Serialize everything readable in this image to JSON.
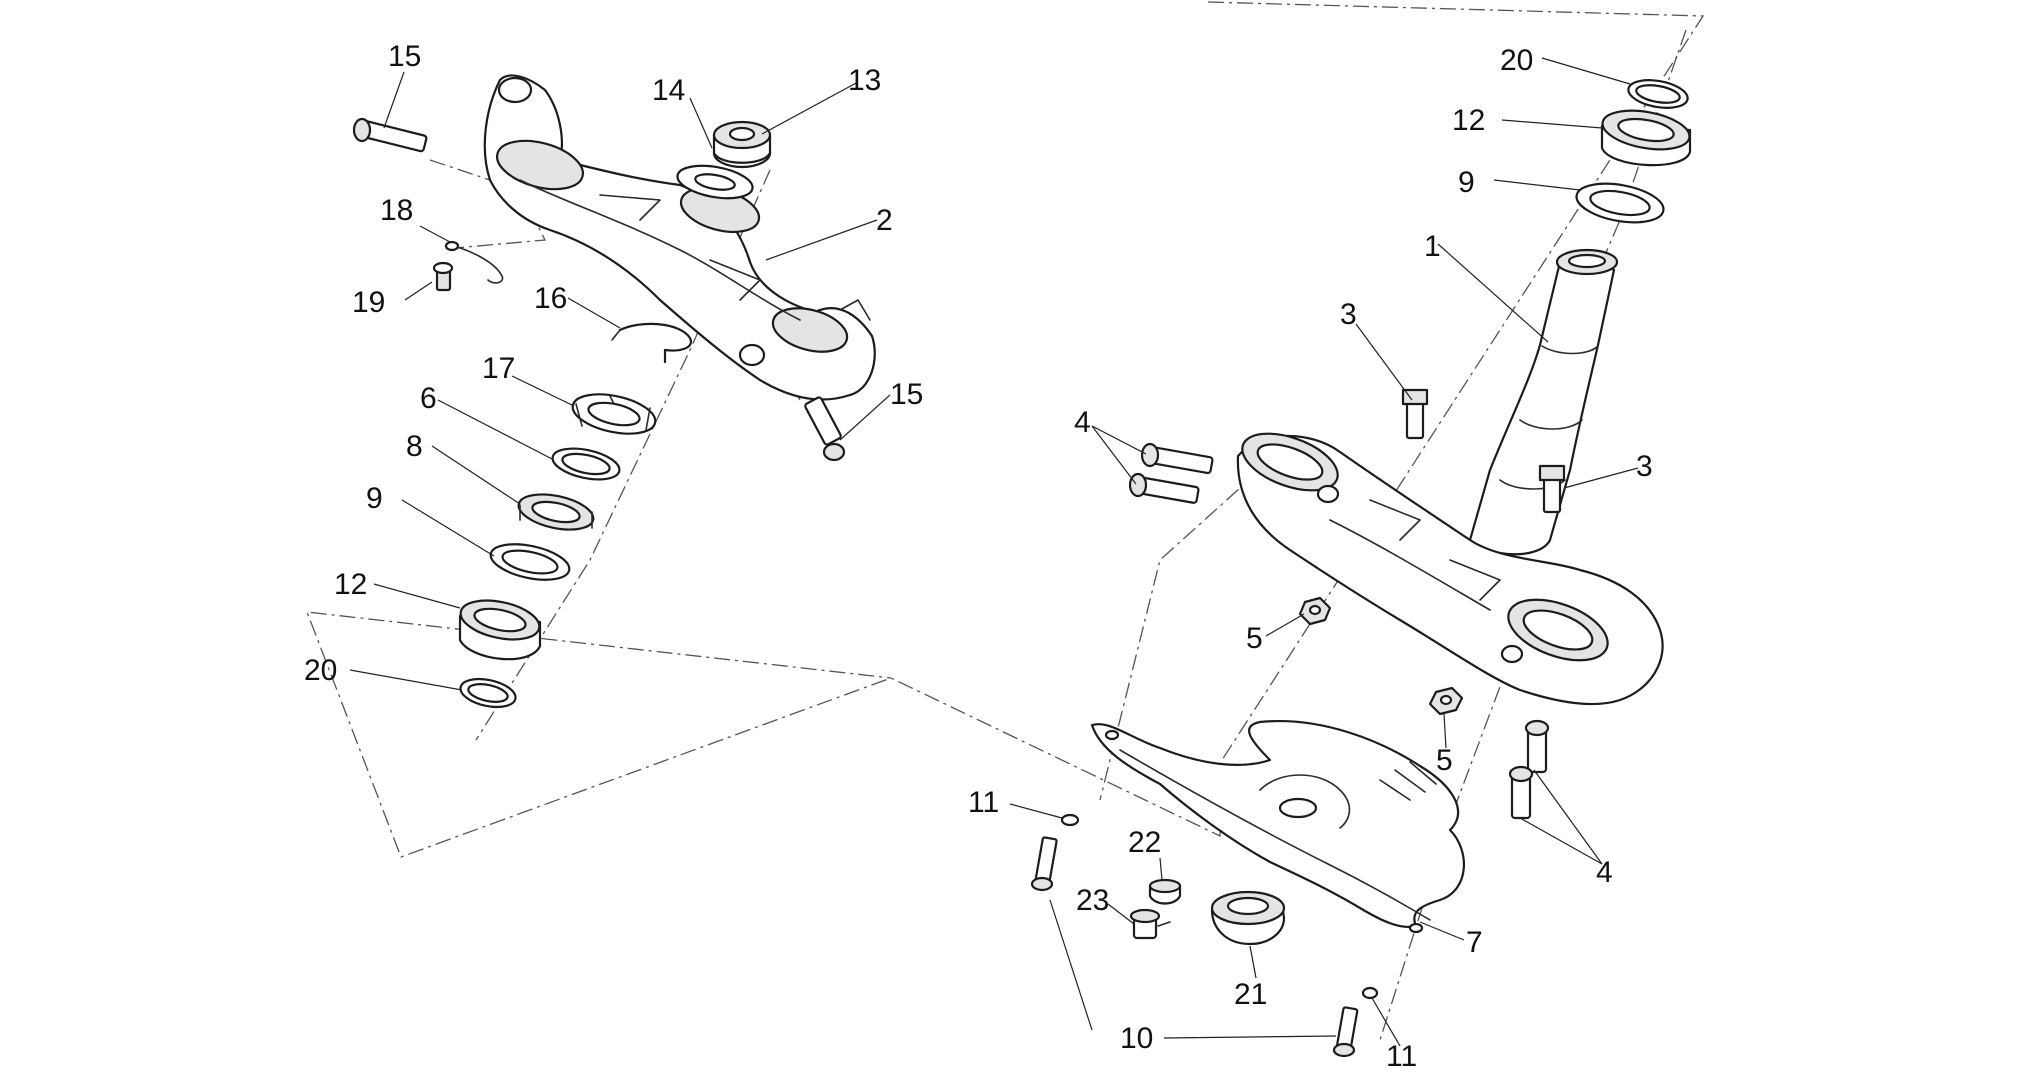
{
  "callouts": [
    {
      "id": "top_left_15",
      "text": "15"
    },
    {
      "id": "top_14",
      "text": "14"
    },
    {
      "id": "top_13",
      "text": "13"
    },
    {
      "id": "top_2",
      "text": "2"
    },
    {
      "id": "top_18",
      "text": "18"
    },
    {
      "id": "top_19",
      "text": "19"
    },
    {
      "id": "top_16",
      "text": "16"
    },
    {
      "id": "top_15b",
      "text": "15"
    },
    {
      "id": "top_17",
      "text": "17"
    },
    {
      "id": "top_6",
      "text": "6"
    },
    {
      "id": "top_8",
      "text": "8"
    },
    {
      "id": "top_9",
      "text": "9"
    },
    {
      "id": "top_12",
      "text": "12"
    },
    {
      "id": "top_20",
      "text": "20"
    },
    {
      "id": "bot_20",
      "text": "20"
    },
    {
      "id": "bot_12",
      "text": "12"
    },
    {
      "id": "bot_9",
      "text": "9"
    },
    {
      "id": "bot_1",
      "text": "1"
    },
    {
      "id": "bot_3a",
      "text": "3"
    },
    {
      "id": "bot_3b",
      "text": "3"
    },
    {
      "id": "bot_4a",
      "text": "4"
    },
    {
      "id": "bot_5a",
      "text": "5"
    },
    {
      "id": "bot_5b",
      "text": "5"
    },
    {
      "id": "bot_4b",
      "text": "4"
    },
    {
      "id": "bot_11a",
      "text": "11"
    },
    {
      "id": "bot_22",
      "text": "22"
    },
    {
      "id": "bot_23",
      "text": "23"
    },
    {
      "id": "bot_21",
      "text": "21"
    },
    {
      "id": "bot_7",
      "text": "7"
    },
    {
      "id": "bot_10",
      "text": "10"
    },
    {
      "id": "bot_11b",
      "text": "11"
    }
  ]
}
